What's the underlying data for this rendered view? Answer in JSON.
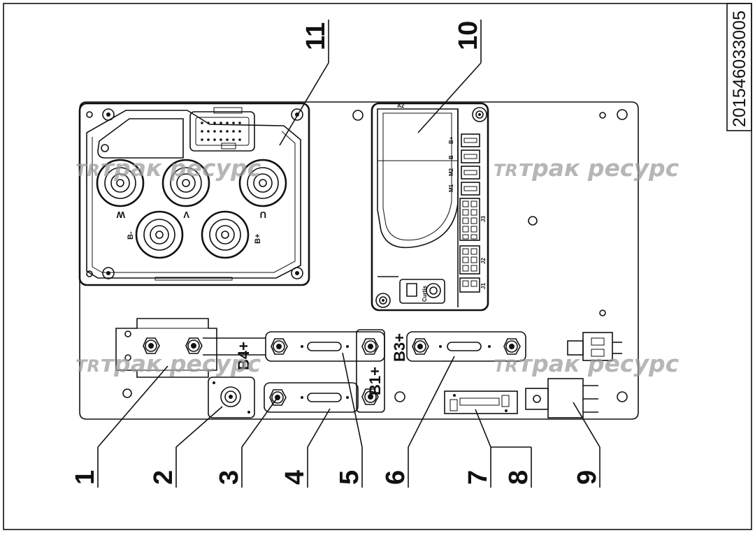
{
  "document_number": "201546033005",
  "watermark_text": "трак ресурс",
  "watermark_logo": "TR",
  "callouts": [
    "1",
    "2",
    "3",
    "4",
    "5",
    "6",
    "7",
    "8",
    "9",
    "10",
    "11"
  ],
  "controller_terminals": {
    "w": "W",
    "v": "V",
    "u": "U",
    "b_minus": "B-",
    "b_plus": "B+"
  },
  "busbar_labels": {
    "b4": "B4+",
    "b3": "B3+",
    "b1": "B1+"
  },
  "connector_labels": {
    "j1": "J1",
    "j2": "J2",
    "j3": "J3",
    "m1": "M1",
    "m2": "M2",
    "b_minus": "B-",
    "b_plus": "B+",
    "curtis": "Curtis",
    "top": "A2"
  }
}
